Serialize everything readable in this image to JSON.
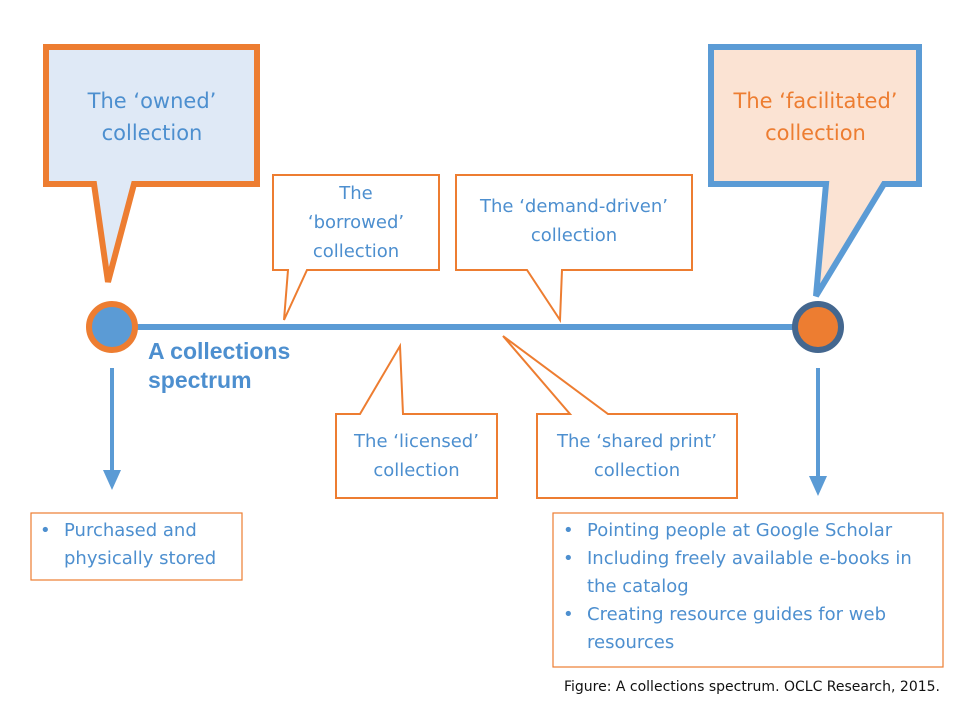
{
  "colors": {
    "blue": "#5b9bd5",
    "orange": "#ed7d31",
    "dark_blue": "#44678f",
    "text_blue": "#4d8fcf",
    "light_blue_fill": "#dfe9f6",
    "light_orange_fill": "#fbe3d3"
  },
  "spectrum": {
    "label_line1": "A collections",
    "label_line2": "spectrum"
  },
  "callouts": {
    "owned": {
      "line1": "The ‘owned’",
      "line2": "collection"
    },
    "facilitated": {
      "line1": "The ‘facilitated’",
      "line2": "collection"
    },
    "borrowed": {
      "line1": "The",
      "line2": "‘borrowed’",
      "line3": "collection"
    },
    "demand_driven": {
      "line1": "The ‘demand-driven’",
      "line2": "collection"
    },
    "licensed": {
      "line1": "The ‘licensed’",
      "line2": "collection"
    },
    "shared_print": {
      "line1": "The ‘shared print’",
      "line2": "collection"
    }
  },
  "owned_examples": {
    "items": [
      "Purchased and physically stored"
    ]
  },
  "facilitated_examples": {
    "items": [
      "Pointing people at Google Scholar",
      "Including freely available e-books in the catalog",
      "Creating resource guides for web resources"
    ]
  },
  "caption": "Figure:  A collections spectrum.  OCLC Research, 2015."
}
